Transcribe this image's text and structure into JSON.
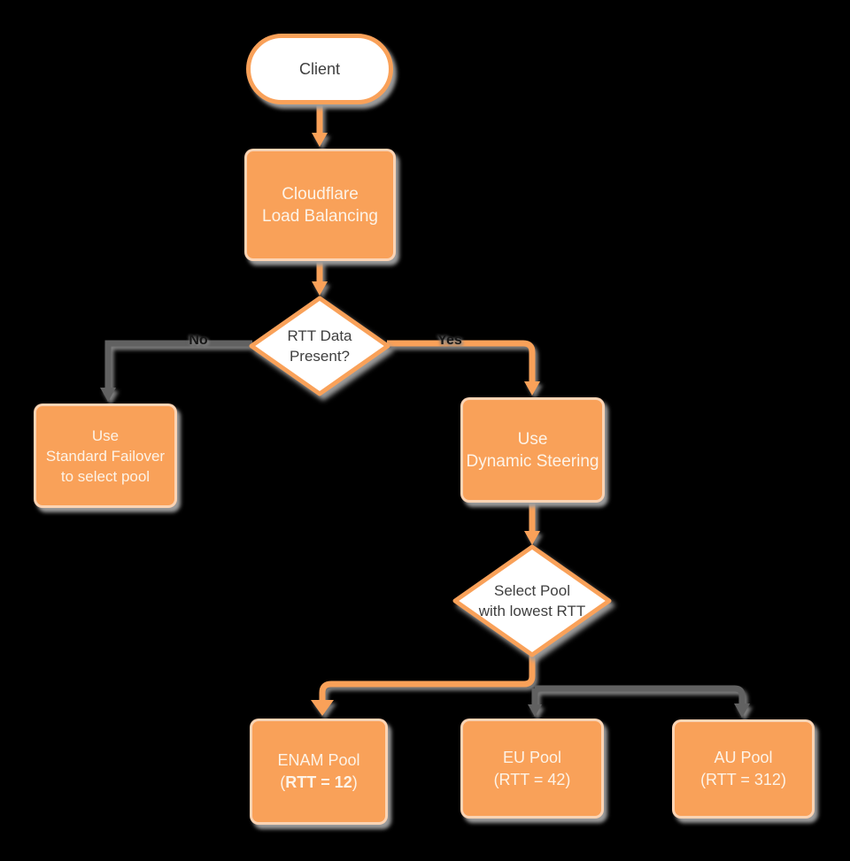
{
  "theme": {
    "background": "#000000",
    "orange": "#f9a159",
    "gray_line": "#616161",
    "shadow": "#9c9c9c",
    "node_text_dark": "#3f3f3f",
    "node_text_light": "#fdf3e7"
  },
  "nodes": {
    "client": {
      "label": "Client"
    },
    "load_balancer": {
      "line1": "Cloudflare",
      "line2": "Load Balancing"
    },
    "rtt_decision": {
      "line1": "RTT Data",
      "line2": "Present?"
    },
    "standard_failover": {
      "line1": "Use",
      "line2": "Standard Failover",
      "line3": "to select pool"
    },
    "dynamic_steering": {
      "line1": "Use",
      "line2": "Dynamic Steering"
    },
    "select_pool": {
      "line1": "Select Pool",
      "line2": "with lowest RTT"
    },
    "enam_pool": {
      "line1": "ENAM Pool",
      "line2_open": "(",
      "line2_bold": "RTT = 12",
      "line2_close": ")"
    },
    "eu_pool": {
      "line1": "EU Pool",
      "line2": "(RTT = 42)"
    },
    "au_pool": {
      "line1": "AU Pool",
      "line2": "(RTT = 312)"
    }
  },
  "edge_labels": {
    "no": "No",
    "yes": "Yes"
  }
}
